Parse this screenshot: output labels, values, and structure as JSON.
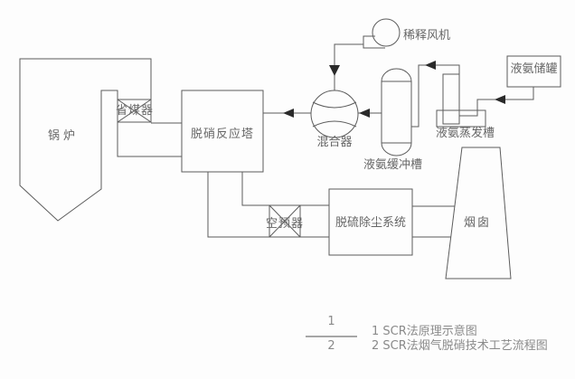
{
  "figure": {
    "labels": {
      "boiler": "锅炉",
      "economizer": "省煤器",
      "scr_reactor": "脱硝反应塔",
      "dilution_fan": "稀释风机",
      "mixer": "混合器",
      "ammonia_buffer_tank": "液氨缓冲槽",
      "ammonia_evaporator": "液氨蒸发槽",
      "ammonia_storage_tank": "液氨储罐",
      "air_preheater": "空预器",
      "desulfurization_dedusting_system": "脱硫除尘系统",
      "chimney": "烟囱"
    },
    "caption": {
      "numerator": "1",
      "denominator": "2",
      "item1": "1 SCR法原理示意图",
      "item2": "2 SCR法烟气脱硝技术工艺流程图"
    },
    "colors": {
      "line": "#5c5c5c",
      "arrow": "#2a2a2a",
      "label_text": "#666666",
      "caption_text": "#8a8a8a",
      "background": "#fdfdfd"
    }
  }
}
